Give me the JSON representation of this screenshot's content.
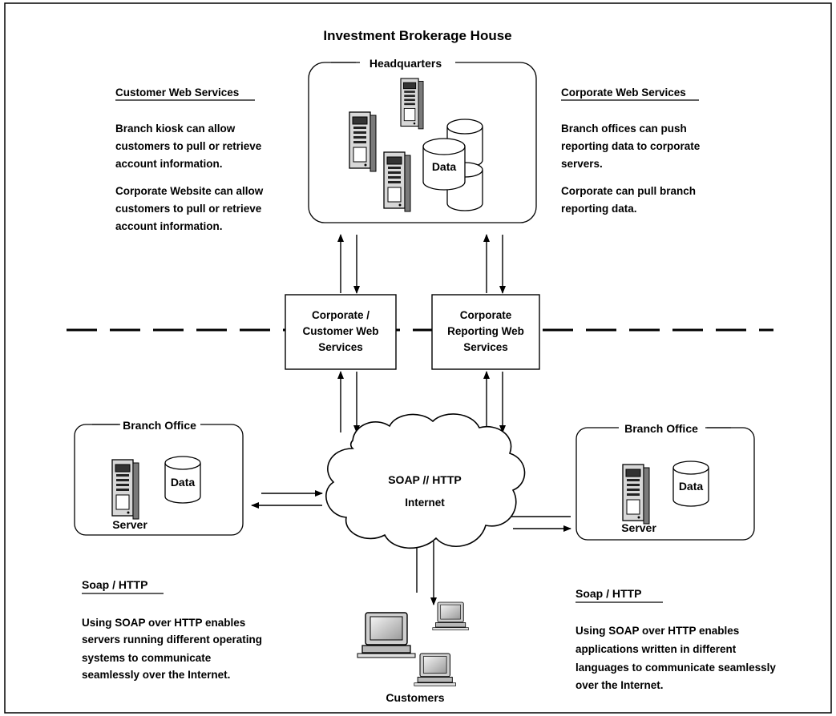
{
  "title": "Investment Brokerage House",
  "headquarters": {
    "label": "Headquarters",
    "data_label": "Data"
  },
  "customer_web_services": {
    "heading": "Customer Web Services",
    "para1": [
      "Branch kiosk can allow",
      "customers to pull or retrieve",
      "account information."
    ],
    "para2": [
      "Corporate Website can allow",
      "customers to pull or retrieve",
      "account information."
    ]
  },
  "corporate_web_services": {
    "heading": "Corporate Web Services",
    "para1": [
      "Branch offices can push",
      "reporting data to corporate",
      "servers."
    ],
    "para2": [
      "Corporate can pull branch",
      "reporting data."
    ]
  },
  "service_boxes": {
    "customer": [
      "Corporate /",
      "Customer Web",
      "Services"
    ],
    "reporting": [
      "Corporate",
      "Reporting Web",
      "Services"
    ]
  },
  "cloud": {
    "line1": "SOAP // HTTP",
    "line2": "Internet"
  },
  "branch_left": {
    "label": "Branch Office",
    "data_label": "Data",
    "server_label": "Server"
  },
  "branch_right": {
    "label": "Branch Office",
    "data_label": "Data",
    "server_label": "Server"
  },
  "soap_left": {
    "heading": "Soap / HTTP",
    "lines": [
      "Using SOAP over HTTP enables",
      "servers running different operating",
      "systems to communicate",
      "seamlessly over the Internet."
    ]
  },
  "soap_right": {
    "heading": "Soap / HTTP",
    "lines": [
      "Using SOAP over HTTP enables",
      "applications written in different",
      "languages to communicate seamlessly",
      "over the Internet."
    ]
  },
  "customers_label": "Customers"
}
